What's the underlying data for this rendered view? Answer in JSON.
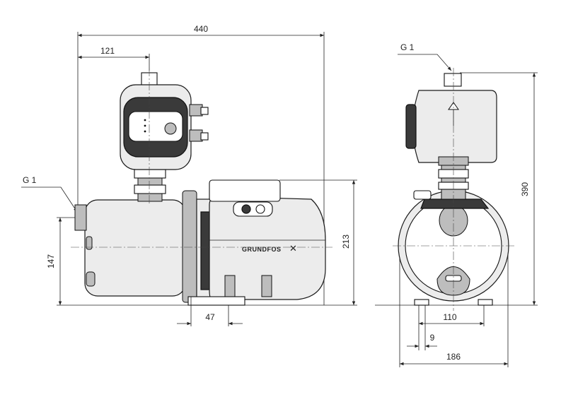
{
  "side_view": {
    "dim_overall_length": "440",
    "dim_controller_offset": "121",
    "dim_inlet_height": "147",
    "dim_total_height": "213",
    "dim_foot": "47",
    "connection_label": "G 1",
    "brand_text": "GRUNDFOS"
  },
  "front_view": {
    "connection_label": "G 1",
    "dim_total_height": "390",
    "dim_feet_spacing": "110",
    "dim_foot_width": "9",
    "dim_overall_width": "186"
  }
}
